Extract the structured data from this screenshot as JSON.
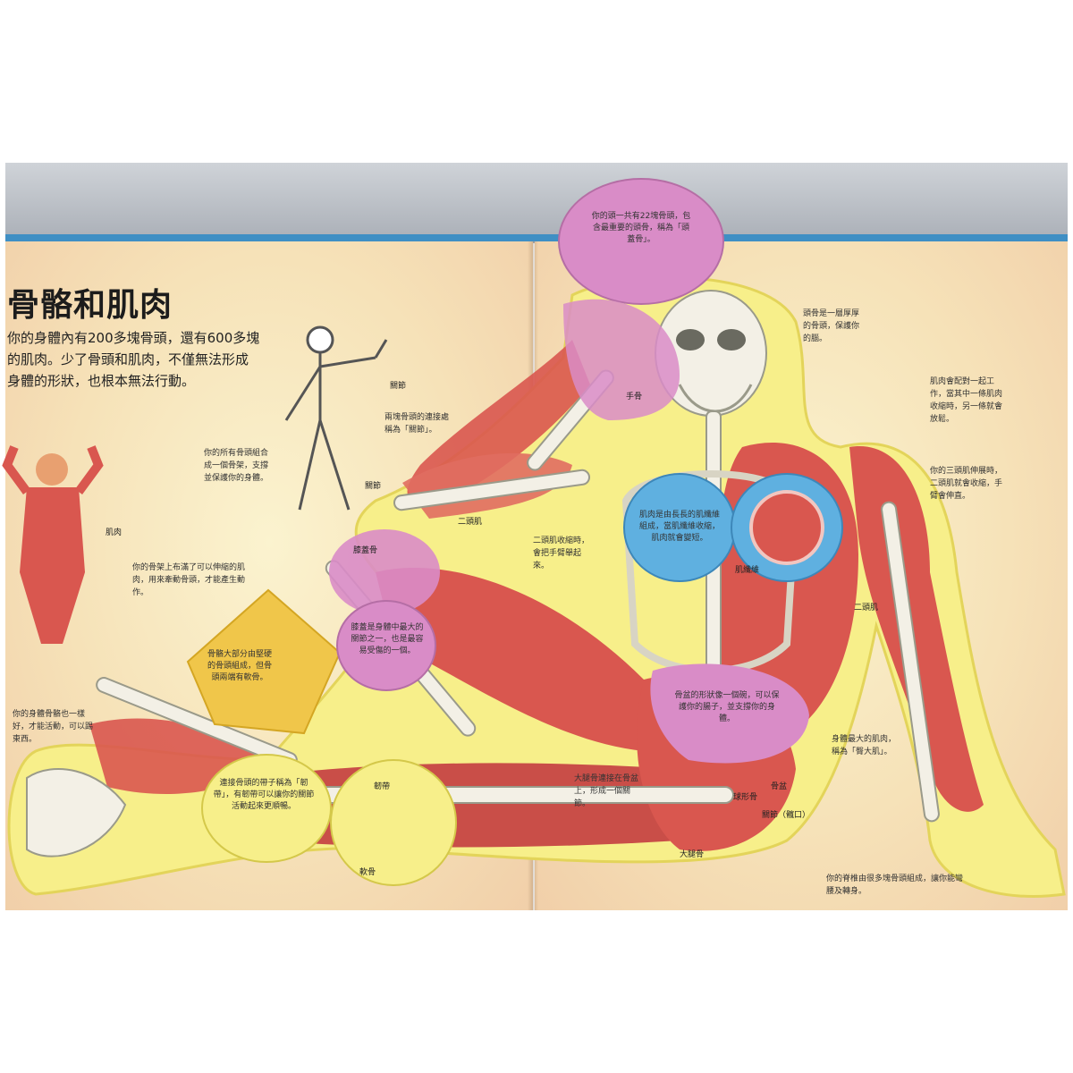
{
  "page": {
    "title": "骨骼和肌肉",
    "intro_lines": [
      "你的身體內有200多塊骨頭，還有600多塊",
      "的肌肉。少了骨頭和肌肉，不僅無法形成",
      "身體的形狀，也根本無法行動。"
    ]
  },
  "labels": {
    "muscle": "肌肉",
    "joint": "關節",
    "biceps": "二頭肌",
    "triceps": "二頭肌",
    "patella": "膝蓋骨",
    "ligament": "韌帶",
    "cartilage": "軟骨",
    "pelvis": "骨盆",
    "hip_joint": "關節（髖口）",
    "femur": "大腿骨",
    "ball_joint": "球形骨",
    "muscle_fiber": "肌纖維",
    "hand_bone": "手骨"
  },
  "captions": {
    "skeleton": "你的所有骨頭組合成一個骨架，支撐並保護你的身體。",
    "skeleton_meet": "兩塊骨頭的連接處稱為「關節」。",
    "attach": "你的骨架上布滿了可以伸縮的肌肉，用來牽動骨頭，才能產生動作。",
    "kick": "你的身體骨骼也一樣好，才能活動，可以踢東西。",
    "work_together": "肌肉會配對一起工作，當其中一條肌肉收縮時，另一條就會放鬆。",
    "biceps_note": "二頭肌收縮時，會把手臂舉起來。",
    "triceps_note": "你的三頭肌伸展時，二頭肌就會收縮，手臂會伸直。",
    "hip_note": "大腿骨連接在骨盆上，形成一個關節。",
    "skull_note": "頭骨是一層厚厚的骨頭，保護你的腦。",
    "big_muscle": "身體最大的肌肉，稱為「臀大肌」。",
    "spine_note": "你的脊椎由很多塊骨頭組成，讓你能彎腰及轉身。"
  },
  "flaps": {
    "top_pink": "你的頭一共有22塊骨頭，包含最重要的頭骨，稱為「頭蓋骨」。",
    "yellow_left": "骨骼大部分由堅硬的骨頭組成，但骨頭兩端有軟骨。",
    "knee_pink": "膝蓋是身體中最大的關節之一，也是最容易受傷的一個。",
    "knee_round": "連接骨頭的帶子稱為「韌帶」，有韌帶可以讓你的關節活動起來更順暢。",
    "blue_left": "肌肉是由長長的肌纖維組成，當肌纖維收縮，肌肉就會變短。",
    "hip_pink": "骨盆的形狀像一個碗，可以保護你的腸子，並支撐你的身體。"
  },
  "colors": {
    "page": "#f6e2b8",
    "muscle": "#d9574f",
    "flesh": "#f7ef8a",
    "flap_pink": "#d98cc7",
    "flap_blue": "#5fb0e0",
    "flap_yellow": "#f0c64a",
    "cover": "#b7bcc3"
  }
}
